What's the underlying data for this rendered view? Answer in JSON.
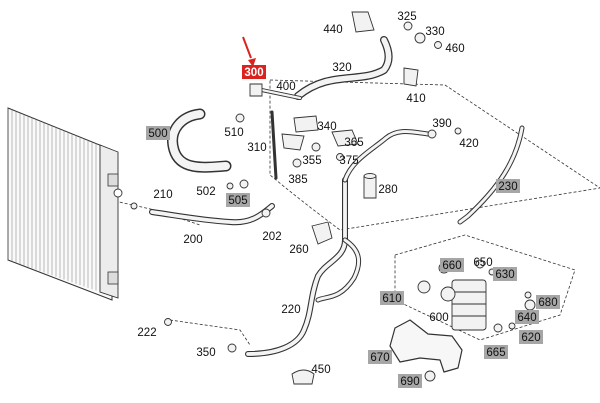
{
  "diagram": {
    "highlighted_part": "300",
    "colors": {
      "badge": "#a6a6a6",
      "highlight": "#d9231e",
      "line": "#222222",
      "part_stroke": "#333333",
      "part_fill": "#f2f2f2"
    },
    "labels": {
      "l200": "200",
      "l202": "202",
      "l210": "210",
      "l220": "220",
      "l222": "222",
      "l230": "230",
      "l260": "260",
      "l280": "280",
      "l300": "300",
      "l310": "310",
      "l320": "320",
      "l325": "325",
      "l330": "330",
      "l340": "340",
      "l350": "350",
      "l355": "355",
      "l365": "365",
      "l375": "375",
      "l385": "385",
      "l390": "390",
      "l400": "400",
      "l410": "410",
      "l420": "420",
      "l440": "440",
      "l450": "450",
      "l460": "460",
      "l500": "500",
      "l502": "502",
      "l505": "505",
      "l510": "510",
      "l600": "600",
      "l610": "610",
      "l620": "620",
      "l630": "630",
      "l640": "640",
      "l650": "650",
      "l660": "660",
      "l665": "665",
      "l670": "670",
      "l680": "680",
      "l690": "690"
    }
  }
}
